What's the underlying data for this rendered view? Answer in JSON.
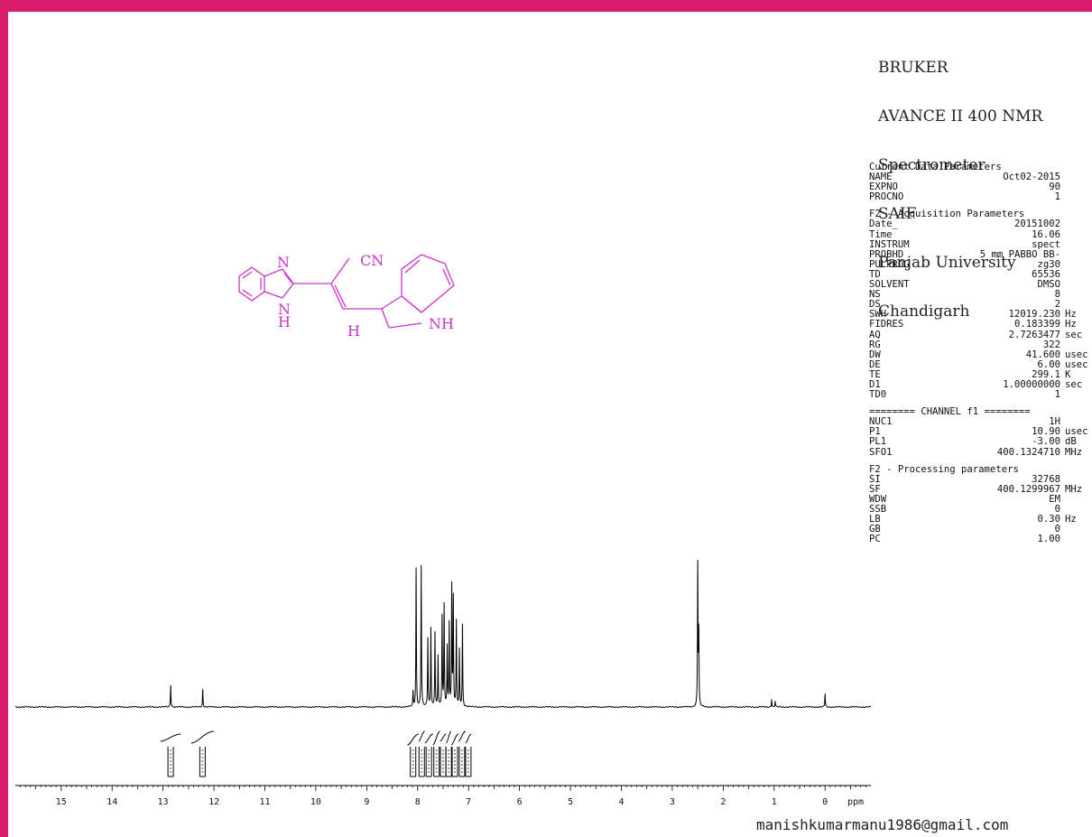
{
  "header": {
    "lines": [
      "BRUKER",
      "AVANCE II 400 NMR",
      "Spectrometer",
      "SAIF",
      "Panjab University",
      "Chandigarh"
    ]
  },
  "params": {
    "current": {
      "title": "Current Data Parameters",
      "rows": [
        {
          "k": "NAME",
          "v": "Oct02-2015",
          "u": ""
        },
        {
          "k": "EXPNO",
          "v": "90",
          "u": ""
        },
        {
          "k": "PROCNO",
          "v": "1",
          "u": ""
        }
      ]
    },
    "acq": {
      "title": "F2 - Acquisition Parameters",
      "rows": [
        {
          "k": "Date_",
          "v": "20151002",
          "u": ""
        },
        {
          "k": "Time",
          "v": "16.06",
          "u": ""
        },
        {
          "k": "INSTRUM",
          "v": "spect",
          "u": ""
        },
        {
          "k": "PROBHD",
          "v": "5 mm PABBO BB-",
          "u": ""
        },
        {
          "k": "PULPROG",
          "v": "zg30",
          "u": ""
        },
        {
          "k": "TD",
          "v": "65536",
          "u": ""
        },
        {
          "k": "SOLVENT",
          "v": "DMSO",
          "u": ""
        },
        {
          "k": "NS",
          "v": "8",
          "u": ""
        },
        {
          "k": "DS",
          "v": "2",
          "u": ""
        },
        {
          "k": "SWH",
          "v": "12019.230",
          "u": "Hz"
        },
        {
          "k": "FIDRES",
          "v": "0.183399",
          "u": "Hz"
        },
        {
          "k": "AQ",
          "v": "2.7263477",
          "u": "sec"
        },
        {
          "k": "RG",
          "v": "322",
          "u": ""
        },
        {
          "k": "DW",
          "v": "41.600",
          "u": "usec"
        },
        {
          "k": "DE",
          "v": "6.00",
          "u": "usec"
        },
        {
          "k": "TE",
          "v": "299.1",
          "u": "K"
        },
        {
          "k": "D1",
          "v": "1.00000000",
          "u": "sec"
        },
        {
          "k": "TD0",
          "v": "1",
          "u": ""
        }
      ]
    },
    "channel": {
      "title": "======== CHANNEL f1 ========",
      "rows": [
        {
          "k": "NUC1",
          "v": "1H",
          "u": ""
        },
        {
          "k": "P1",
          "v": "10.90",
          "u": "usec"
        },
        {
          "k": "PL1",
          "v": "-3.00",
          "u": "dB"
        },
        {
          "k": "SFO1",
          "v": "400.1324710",
          "u": "MHz"
        }
      ]
    },
    "proc": {
      "title": "F2 - Processing parameters",
      "rows": [
        {
          "k": "SI",
          "v": "32768",
          "u": ""
        },
        {
          "k": "SF",
          "v": "400.1299967",
          "u": "MHz"
        },
        {
          "k": "WDW",
          "v": "EM",
          "u": ""
        },
        {
          "k": "SSB",
          "v": "0",
          "u": ""
        },
        {
          "k": "LB",
          "v": "0.30",
          "u": "Hz"
        },
        {
          "k": "GB",
          "v": "0",
          "u": ""
        },
        {
          "k": "PC",
          "v": "1.00",
          "u": ""
        }
      ]
    }
  },
  "molecule": {
    "labels": [
      "N",
      "N",
      "H",
      "CN",
      "H",
      "NH"
    ],
    "color": "#cc33cc"
  },
  "email": "manishkumarmanu1986@gmail.com",
  "colors": {
    "frame": "#d81b6b",
    "trace": "#000000"
  },
  "chart_data": {
    "type": "line",
    "xlabel": "ppm",
    "xlim": [
      15.9,
      -0.9
    ],
    "reversed_x": true,
    "grid": false,
    "ticks": [
      15,
      14,
      13,
      12,
      11,
      10,
      9,
      8,
      7,
      6,
      5,
      4,
      3,
      2,
      1,
      0
    ],
    "peaks": [
      {
        "ppm": 12.85,
        "height": 0.15
      },
      {
        "ppm": 12.22,
        "height": 0.12
      },
      {
        "ppm": 8.09,
        "height": 0.1
      },
      {
        "ppm": 8.03,
        "height": 0.93
      },
      {
        "ppm": 7.93,
        "height": 0.95
      },
      {
        "ppm": 7.8,
        "height": 0.46
      },
      {
        "ppm": 7.74,
        "height": 0.53
      },
      {
        "ppm": 7.66,
        "height": 0.5
      },
      {
        "ppm": 7.6,
        "height": 0.34
      },
      {
        "ppm": 7.52,
        "height": 0.6
      },
      {
        "ppm": 7.48,
        "height": 0.68
      },
      {
        "ppm": 7.42,
        "height": 0.4
      },
      {
        "ppm": 7.38,
        "height": 0.55
      },
      {
        "ppm": 7.33,
        "height": 0.8
      },
      {
        "ppm": 7.3,
        "height": 0.72
      },
      {
        "ppm": 7.24,
        "height": 0.57
      },
      {
        "ppm": 7.18,
        "height": 0.38
      },
      {
        "ppm": 7.12,
        "height": 0.55
      },
      {
        "ppm": 2.5,
        "height": 0.95
      },
      {
        "ppm": 2.48,
        "height": 0.48
      },
      {
        "ppm": 1.05,
        "height": 0.05
      },
      {
        "ppm": 0.98,
        "height": 0.04
      },
      {
        "ppm": 0.0,
        "height": 0.09
      }
    ],
    "integrals": [
      {
        "from": 13.05,
        "to": 12.65
      },
      {
        "from": 12.45,
        "to": 12.0
      },
      {
        "from": 8.2,
        "to": 7.98
      },
      {
        "from": 7.98,
        "to": 7.86
      },
      {
        "from": 7.86,
        "to": 7.7
      },
      {
        "from": 7.7,
        "to": 7.56
      },
      {
        "from": 7.56,
        "to": 7.44
      },
      {
        "from": 7.44,
        "to": 7.34
      },
      {
        "from": 7.34,
        "to": 7.2
      },
      {
        "from": 7.2,
        "to": 7.06
      },
      {
        "from": 7.06,
        "to": 6.95
      }
    ]
  }
}
